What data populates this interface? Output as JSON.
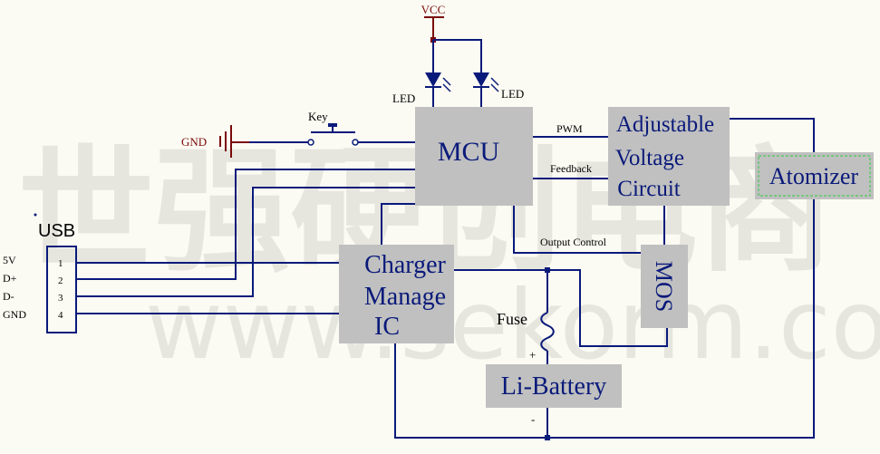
{
  "watermark": {
    "cn": "世强硬创电商",
    "url": "www.sekorm.com"
  },
  "labels": {
    "vcc": "VCC",
    "led_left": "LED",
    "led_right": "LED",
    "gnd_top": "GND",
    "key": "Key",
    "usb": "USB",
    "pin_5v": "5V",
    "pin_dp": "D+",
    "pin_dm": "D-",
    "pin_gnd": "GND",
    "pin1": "1",
    "pin2": "2",
    "pin3": "3",
    "pin4": "4",
    "pwm": "PWM",
    "feedback": "Feedback",
    "output_control": "Output Control",
    "fuse": "Fuse",
    "plus": "+",
    "minus": "-"
  },
  "blocks": {
    "mcu": "MCU",
    "avc_1": "Adjustable",
    "avc_2": "Voltage",
    "avc_3": "Circuit",
    "atomizer": "Atomizer",
    "charger_1": "Charger",
    "charger_2": "Manage",
    "charger_3": "IC",
    "mos": "MOS",
    "battery": "Li-Battery"
  },
  "colors": {
    "wire": "#0a1a7a",
    "power": "#7a0a0a",
    "block": "#c0c0c0",
    "atomizer_border": "#2ecc40"
  }
}
